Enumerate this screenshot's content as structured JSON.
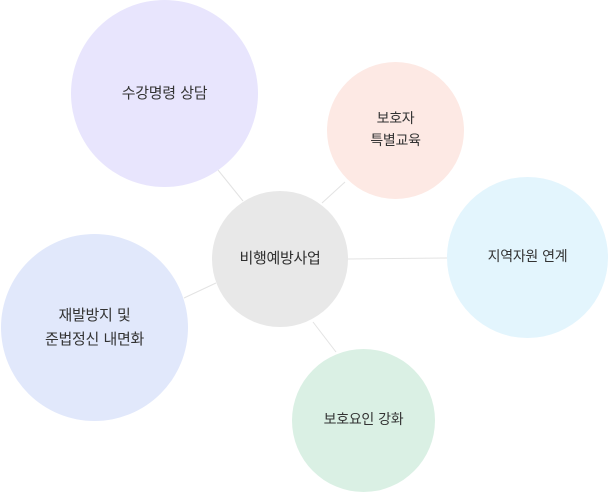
{
  "colors": {
    "center": "#e8e8e8",
    "top_left": "#e8e5fd",
    "top_right": "#fde9e4",
    "right": "#e3f5fd",
    "left": "#e1e8fb",
    "bottom": "#daf0e4",
    "link": "#e3e3e3"
  },
  "center": {
    "label": "비행예방사업"
  },
  "nodes": {
    "top_left": {
      "label": "수강명령 상담"
    },
    "top_right": {
      "label": "보호자\n특별교육"
    },
    "right": {
      "label": "지역자원 연계"
    },
    "left": {
      "label": "재발방지 및\n준법정신 내면화"
    },
    "bottom": {
      "label": "보호요인 강화"
    }
  }
}
